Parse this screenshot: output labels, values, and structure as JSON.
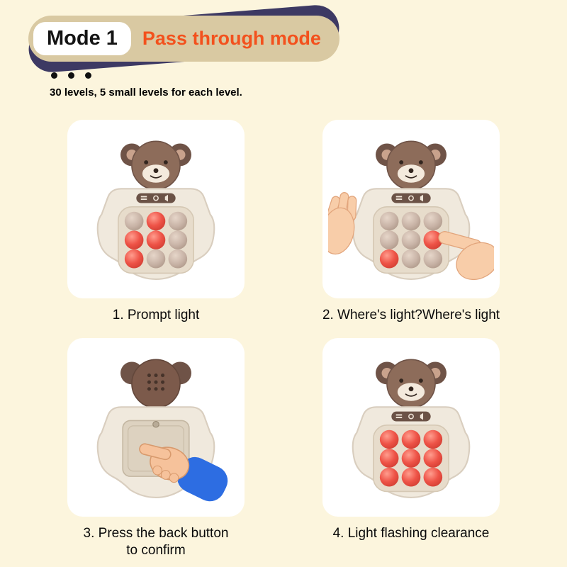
{
  "header": {
    "mode_label": "Mode 1",
    "title": "Pass through mode",
    "subtitle": "30 levels, 5 small levels for each level."
  },
  "colors": {
    "background": "#fcf5dd",
    "banner_bg": "#d9c9a2",
    "banner_shadow": "#3d3963",
    "mode_chip_bg": "#ffffff",
    "mode_chip_text": "#141414",
    "title_text": "#f3511d",
    "card_bg": "#ffffff",
    "caption_text": "#0a0a0a",
    "toy_body": "#f0e9dd",
    "toy_panel": "#e7dccb",
    "button_bar": "#6b5246",
    "bubble_lit": "#ee5347",
    "bubble_unlit": "#c8b3a6",
    "bear_fur": "#8d6c5a",
    "bear_ear": "#6f5347",
    "hand_skin": "#f8cda9",
    "sleeve_blue": "#2d6de2"
  },
  "steps": [
    {
      "caption_line1": "1. Prompt light",
      "caption_line2": "",
      "toy": {
        "view": "front",
        "lit": [
          1,
          3,
          4,
          6
        ],
        "hands": "none"
      }
    },
    {
      "caption_line1": "2. Where's light?Where's light",
      "caption_line2": "",
      "toy": {
        "view": "front",
        "lit": [
          5,
          6
        ],
        "hands": "two"
      }
    },
    {
      "caption_line1": "3. Press the back button",
      "caption_line2": "to confirm",
      "toy": {
        "view": "back",
        "lit": [],
        "hands": "point"
      }
    },
    {
      "caption_line1": "4. Light flashing clearance",
      "caption_line2": "",
      "toy": {
        "view": "front",
        "lit": [
          0,
          1,
          2,
          3,
          4,
          5,
          6,
          7,
          8
        ],
        "hands": "none"
      }
    }
  ]
}
